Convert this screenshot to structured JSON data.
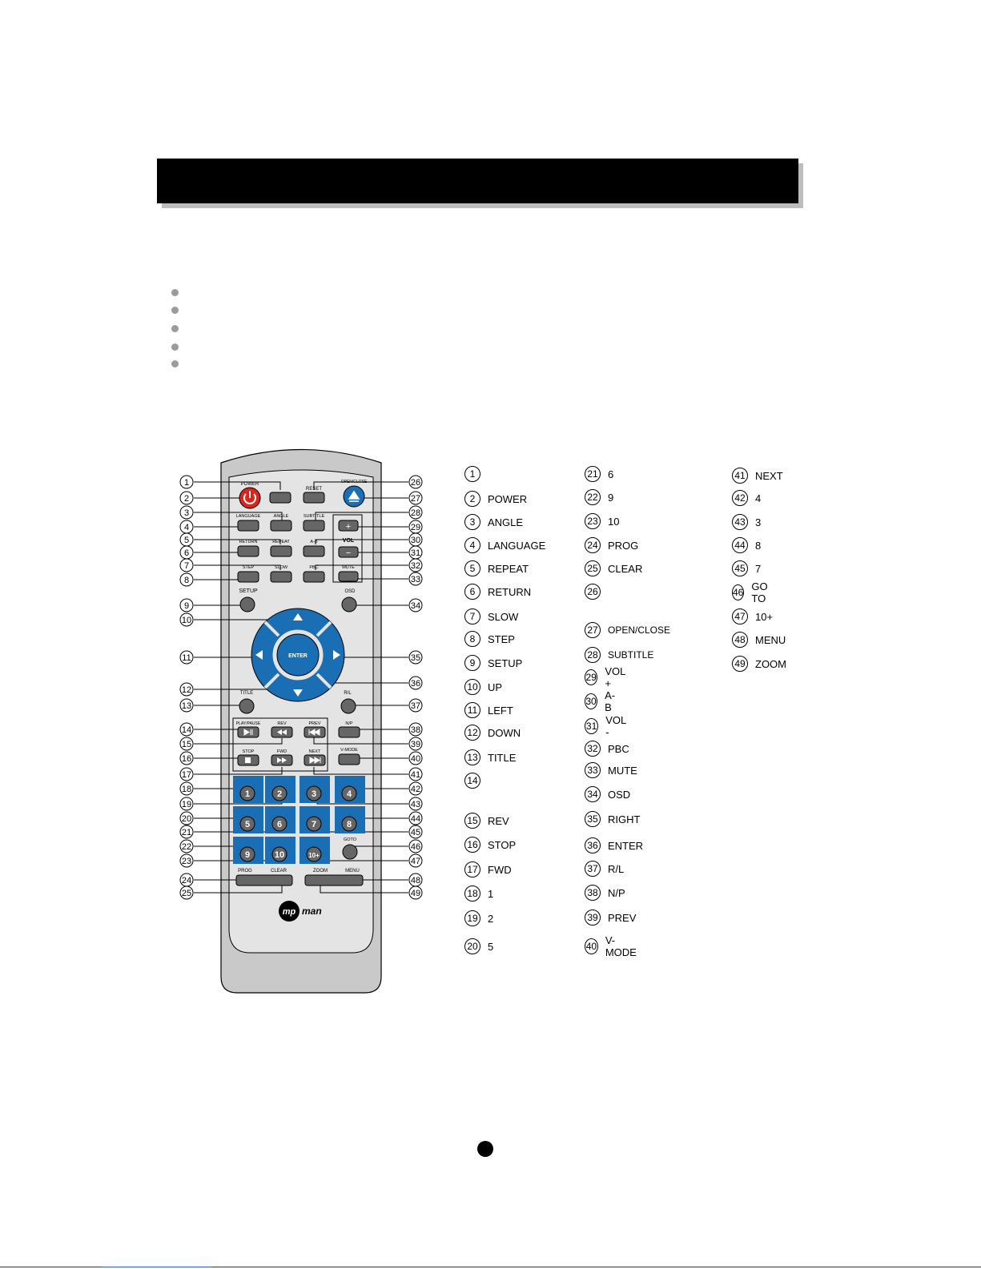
{
  "header": {
    "title": ""
  },
  "bullets": [
    "",
    "",
    "",
    "",
    ""
  ],
  "remote": {
    "labels": {
      "power": "POWER",
      "reset": "RESET",
      "open_close": "OPEN/CLOSE",
      "language": "LANGUAGE",
      "angle": "ANGLE",
      "subtitle": "SUBTITLE",
      "vol": "VOL",
      "vol_plus": "+",
      "vol_minus": "−",
      "return": "RETURN",
      "repeat": "REPEAT",
      "ab": "A-B",
      "step": "STEP",
      "slow": "SLOW",
      "pbc": "PBC",
      "mute": "MUTE",
      "setup": "SETUP",
      "osd": "OSD",
      "enter": "ENTER",
      "title": "TITLE",
      "rl": "R/L",
      "play_pause": "PLAY/PAUSE",
      "rev": "REV",
      "prev": "PREV",
      "np": "N/P",
      "stop": "STOP",
      "fwd": "FWD",
      "next": "NEXT",
      "vmode": "V-MODE",
      "goto": "GOTO",
      "prog": "PROG",
      "clear": "CLEAR",
      "zoom": "ZOOM",
      "menu": "MENU",
      "brand_mp": "mp",
      "brand_man": "man"
    },
    "numpad": [
      "1",
      "2",
      "3",
      "4",
      "5",
      "6",
      "7",
      "8",
      "9",
      "10",
      "10+"
    ]
  },
  "legend": [
    {
      "n": "1",
      "label": ""
    },
    {
      "n": "2",
      "label": "POWER"
    },
    {
      "n": "3",
      "label": "ANGLE"
    },
    {
      "n": "4",
      "label": "LANGUAGE"
    },
    {
      "n": "5",
      "label": "REPEAT"
    },
    {
      "n": "6",
      "label": "RETURN"
    },
    {
      "n": "7",
      "label": "SLOW"
    },
    {
      "n": "8",
      "label": "STEP"
    },
    {
      "n": "9",
      "label": "SETUP"
    },
    {
      "n": "10",
      "label": "UP"
    },
    {
      "n": "11",
      "label": "LEFT"
    },
    {
      "n": "12",
      "label": "DOWN"
    },
    {
      "n": "13",
      "label": "TITLE"
    },
    {
      "n": "14",
      "label": ""
    },
    {
      "n": "15",
      "label": "REV"
    },
    {
      "n": "16",
      "label": "STOP"
    },
    {
      "n": "17",
      "label": "FWD"
    },
    {
      "n": "18",
      "label": "1"
    },
    {
      "n": "19",
      "label": "2"
    },
    {
      "n": "20",
      "label": "5"
    },
    {
      "n": "21",
      "label": "6"
    },
    {
      "n": "22",
      "label": "9"
    },
    {
      "n": "23",
      "label": "10"
    },
    {
      "n": "24",
      "label": "PROG"
    },
    {
      "n": "25",
      "label": "CLEAR"
    },
    {
      "n": "26",
      "label": ""
    },
    {
      "n": "27",
      "label": "OPEN/CLOSE"
    },
    {
      "n": "28",
      "label": "SUBTITLE"
    },
    {
      "n": "29",
      "label": "VOL +"
    },
    {
      "n": "30",
      "label": "A-B"
    },
    {
      "n": "31",
      "label": "VOL -"
    },
    {
      "n": "32",
      "label": "PBC"
    },
    {
      "n": "33",
      "label": "MUTE"
    },
    {
      "n": "34",
      "label": "OSD"
    },
    {
      "n": "35",
      "label": "RIGHT"
    },
    {
      "n": "36",
      "label": "ENTER"
    },
    {
      "n": "37",
      "label": "R/L"
    },
    {
      "n": "38",
      "label": "N/P"
    },
    {
      "n": "39",
      "label": "PREV"
    },
    {
      "n": "40",
      "label": "V-MODE"
    },
    {
      "n": "41",
      "label": "NEXT"
    },
    {
      "n": "42",
      "label": "4"
    },
    {
      "n": "43",
      "label": "3"
    },
    {
      "n": "44",
      "label": "8"
    },
    {
      "n": "45",
      "label": "7"
    },
    {
      "n": "46",
      "label": "GO TO"
    },
    {
      "n": "47",
      "label": "10+"
    },
    {
      "n": "48",
      "label": "MENU"
    },
    {
      "n": "49",
      "label": "ZOOM"
    }
  ],
  "colors": {
    "accent_blue": "#1a6fb4",
    "power_red": "#d9261c",
    "body_gray": "#c9c9c9",
    "panel_gray": "#e4e4e4"
  }
}
